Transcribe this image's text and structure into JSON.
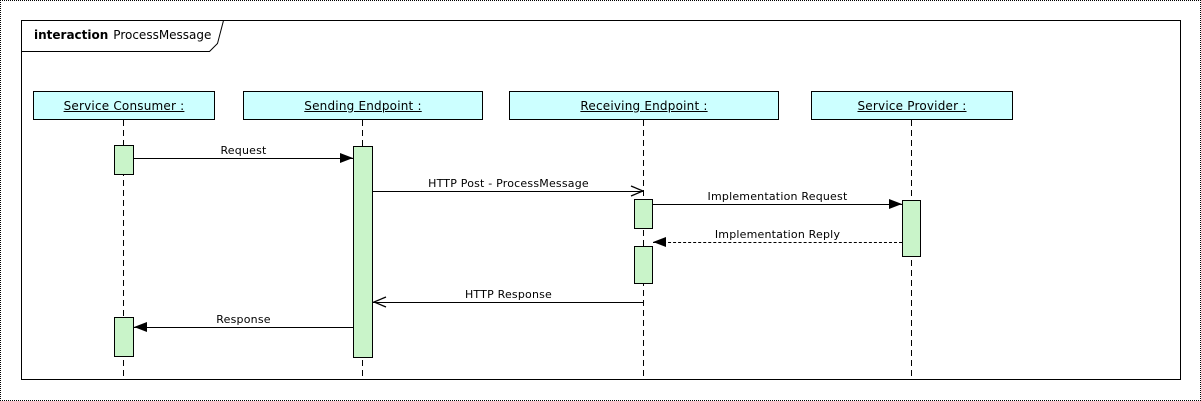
{
  "frame": {
    "keyword": "interaction",
    "title": "ProcessMessage"
  },
  "lifelines": [
    {
      "label": "Service Consumer :"
    },
    {
      "label": "Sending Endpoint :"
    },
    {
      "label": "Receiving Endpoint :"
    },
    {
      "label": "Service Provider :"
    }
  ],
  "messages": [
    {
      "label": "Request",
      "from": "Service Consumer",
      "to": "Sending Endpoint",
      "line": "solid",
      "arrowhead": "filled",
      "direction": "right"
    },
    {
      "label": "HTTP Post - ProcessMessage",
      "from": "Sending Endpoint",
      "to": "Receiving Endpoint",
      "line": "solid",
      "arrowhead": "open",
      "direction": "right"
    },
    {
      "label": "Implementation Request",
      "from": "Receiving Endpoint",
      "to": "Service Provider",
      "line": "solid",
      "arrowhead": "filled",
      "direction": "right"
    },
    {
      "label": "Implementation Reply",
      "from": "Service Provider",
      "to": "Receiving Endpoint",
      "line": "dashed",
      "arrowhead": "filled",
      "direction": "left"
    },
    {
      "label": "HTTP Response",
      "from": "Receiving Endpoint",
      "to": "Sending Endpoint",
      "line": "solid",
      "arrowhead": "open",
      "direction": "left"
    },
    {
      "label": "Response",
      "from": "Sending Endpoint",
      "to": "Service Consumer",
      "line": "solid",
      "arrowhead": "filled",
      "direction": "left"
    }
  ],
  "colors": {
    "lifeline_header_fill": "#ccffff",
    "activation_fill": "#c9f4c9",
    "stroke": "#000000",
    "background": "#ffffff"
  }
}
